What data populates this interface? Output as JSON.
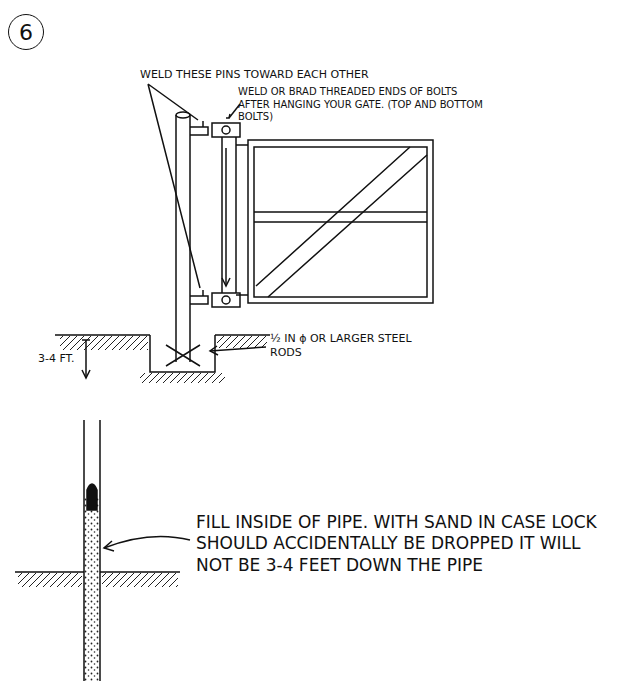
{
  "diagram": {
    "nodes": [
      {
        "text": [
          "6"
        ]
      }
    ],
    "labels": [
      "WELD THESE PINS TOWARD EACH OTHER",
      "WELD OR BRAD THREADED ENDS OF BOLTS AFTER HANGING YOUR GATE. (TOP AND BOTTOM BOLTS)",
      "3-4 FT.",
      "½ IN ϕ OR LARGER STEEL RODS",
      "FILL INSIDE OF PIPE. WITH SAND IN CASE LOCK SHOULD ACCIDENTALLY BE DROPPED IT WILL NOT BE 3-4 FEET DOWN THE PIPE"
    ]
  }
}
